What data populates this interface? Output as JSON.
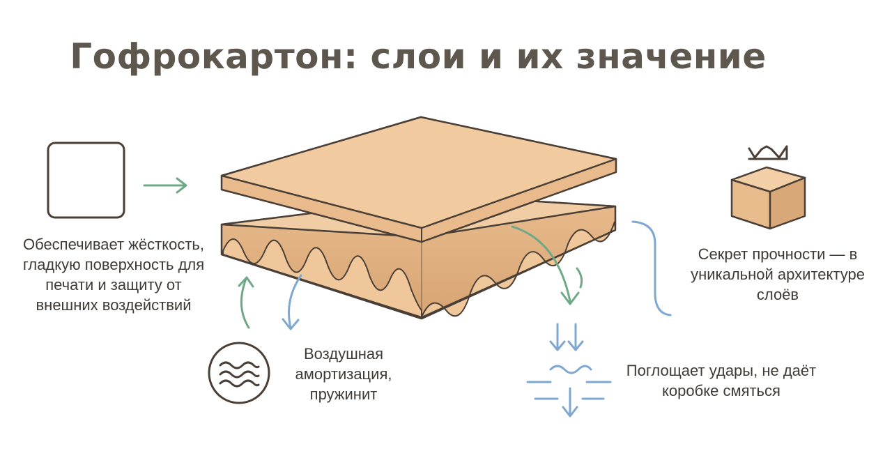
{
  "title": "Гофрокартон: слои и их значение",
  "captions": {
    "liner": "Обеспечивает жёсткость, гладкую поверхность для печати и защиту от внешних воздействий",
    "strength": "Секрет прочности — в уникальной архитектуре слоёв",
    "air": "Воздушная амортизация, пружинит",
    "shock": "Поглощает удары, не даёт коробке смяться"
  },
  "colors": {
    "cardboard_top": "#efc79b",
    "cardboard_edge": "#e3b487",
    "flute": "#d9a878",
    "outline": "#4a3f36",
    "green": "#6fa886",
    "blue": "#7ea8d2"
  },
  "icons": [
    "square-icon",
    "arrow-right-icon",
    "wave-circle-icon",
    "crown-icon",
    "box-icon",
    "impact-arrows-icon"
  ]
}
